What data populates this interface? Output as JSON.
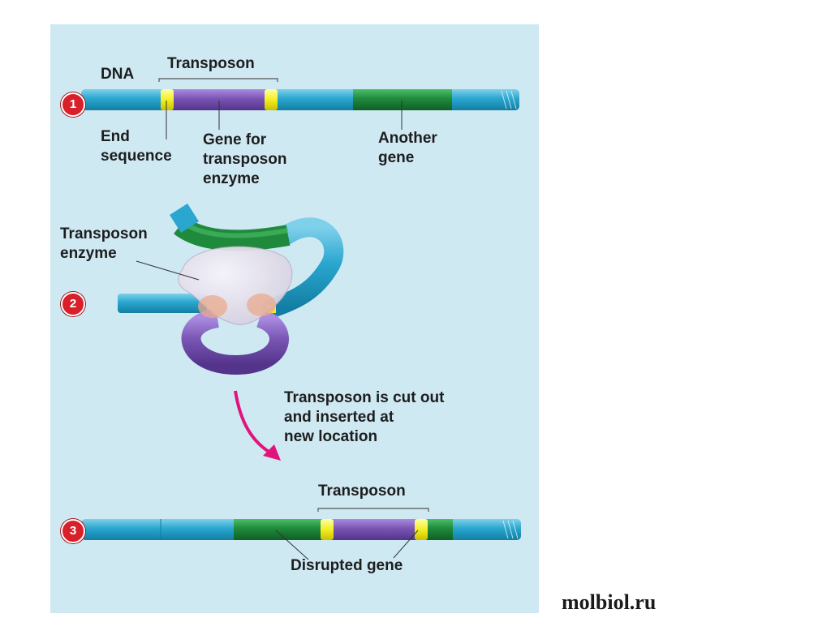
{
  "labels": {
    "dna": "DNA",
    "transposon_top": "Transposon",
    "end_sequence": "End\nsequence",
    "gene_for_enzyme": "Gene for\ntransposon\nenzyme",
    "another_gene": "Another\ngene",
    "transposon_enzyme": "Transposon\nenzyme",
    "cut_out_note": "Transposon is cut out\nand inserted at\nnew location",
    "transposon_bottom": "Transposon",
    "disrupted_gene": "Disrupted gene"
  },
  "steps": [
    "1",
    "2",
    "3"
  ],
  "watermark": "molbiol.ru",
  "colors": {
    "background": "#cfe9f3",
    "dna": "#2aa6cf",
    "transposon": "#7a55b4",
    "end_sequence": "#f3ee24",
    "gene": "#1f8a3c",
    "enzyme": "#ebe7ef",
    "enzyme_contact": "#e9a98e",
    "arrow": "#e0157a",
    "step_badge": "#d8202a"
  },
  "icons": [
    "curved-arrow-icon"
  ]
}
